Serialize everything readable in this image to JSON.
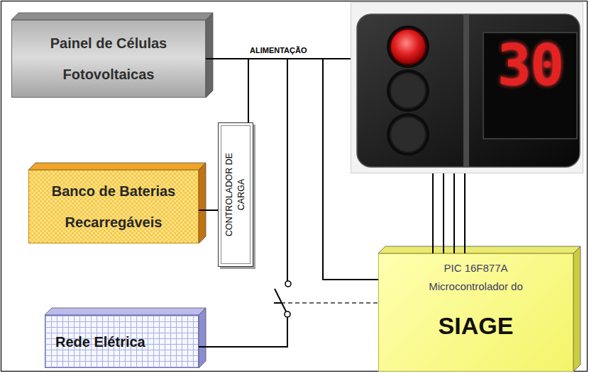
{
  "diagram": {
    "nodes": [
      {
        "text": [
          "Painel de Células Fotovoltaicas"
        ]
      },
      {
        "text": [
          "30"
        ]
      },
      {
        "text": [
          "CONTROLADOR DE CARGA"
        ]
      },
      {
        "text": [
          "Banco de Baterias Recarregáveis"
        ]
      },
      {
        "text": [
          "PIC 16F877A Microcontrolador do",
          "SIAGE"
        ]
      },
      {
        "text": [
          "Rede Elétrica"
        ]
      }
    ],
    "edges": [
      {
        "from": 0,
        "to": 1,
        "arrow": "none",
        "label": "ALIMENTAÇÃO"
      },
      {
        "from": 0,
        "to": 2,
        "arrow": "none"
      },
      {
        "from": 2,
        "to": 3,
        "arrow": "none"
      },
      {
        "from": 0,
        "to": 4,
        "arrow": "none"
      },
      {
        "from": 1,
        "to": 4,
        "arrow": "none"
      },
      {
        "from": 1,
        "to": 4,
        "arrow": "none"
      },
      {
        "from": 1,
        "to": 4,
        "arrow": "none"
      },
      {
        "from": 1,
        "to": 4,
        "arrow": "none"
      },
      {
        "from": 5,
        "to": 1,
        "arrow": "none"
      }
    ]
  }
}
